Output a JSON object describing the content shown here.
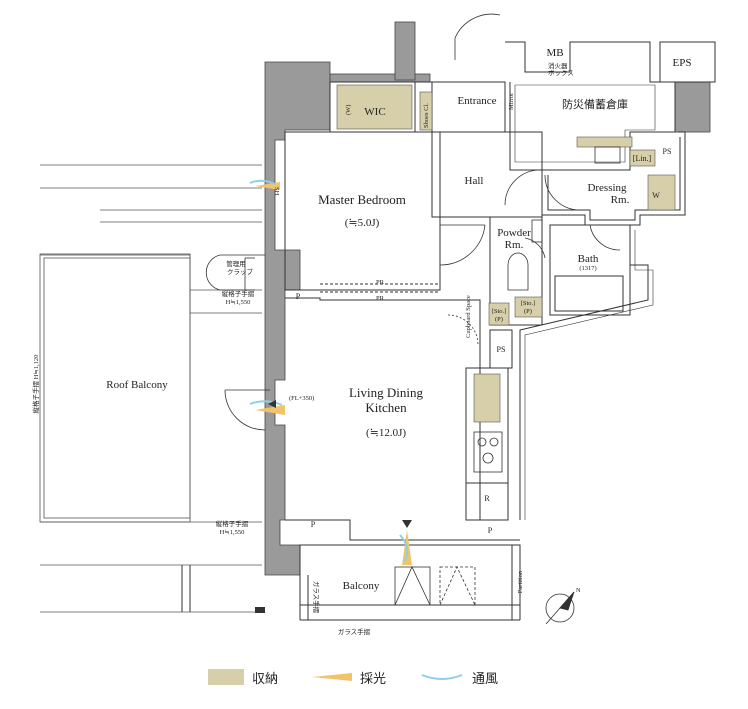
{
  "rooms": {
    "wic": "WIC",
    "wic_w": "(W)",
    "shoes": "Shoes Cl.",
    "entrance": "Entrance",
    "mirror": "Mirror",
    "mb": "MB",
    "extinguisher": "消火器\nボックス",
    "eps": "EPS",
    "storage": "防災備蓄倉庫",
    "master_bedroom": "Master Bedroom",
    "master_size": "(≒5.0J)",
    "hall": "Hall",
    "dressing": "Dressing",
    "dressing_rm": "Rm.",
    "lin": "[Lin.]",
    "ps_top": "PS",
    "w_dressing": "W",
    "powder": "Powder",
    "powder_rm": "Rm.",
    "bath": "Bath",
    "bath_size": "(1317)",
    "sto_p1": "[Sto.]",
    "sto_p1b": "(P)",
    "sto_p2": "[Sto.]",
    "sto_p2b": "(P)",
    "pr1": "PR",
    "pr2": "PR",
    "p1": "P",
    "p2": "P",
    "p3": "P",
    "cupboard": "Cupboard Space",
    "ps_kitchen": "PS",
    "r": "R",
    "ldk": "Living Dining",
    "ldk2": "Kitchen",
    "ldk_size": "(≒12.0J)",
    "fl350": "(FL+350)",
    "sh": "SH",
    "roof_balcony": "Roof Balcony",
    "kanri": "管理用",
    "kanri2": "クラップ",
    "rail_top": "縦格子手摺",
    "rail_top_h": "H≒1,550",
    "rail_side": "縦格子手摺 H≒1,120",
    "rail_bottom": "縦格子手摺",
    "rail_bottom_h": "H≒1,550",
    "balcony": "Balcony",
    "glass_rail": "ガラス手摺",
    "glass_rail_v": "ガラス手摺",
    "partition": "Partition",
    "compass": "N"
  },
  "legend": {
    "storage": "収納",
    "light": "採光",
    "wind": "通風"
  },
  "colors": {
    "storage_fill": "#d6cfa9",
    "light": "#f2c46a",
    "wind": "#8fcfe3",
    "wall": "#9a9a9a"
  }
}
